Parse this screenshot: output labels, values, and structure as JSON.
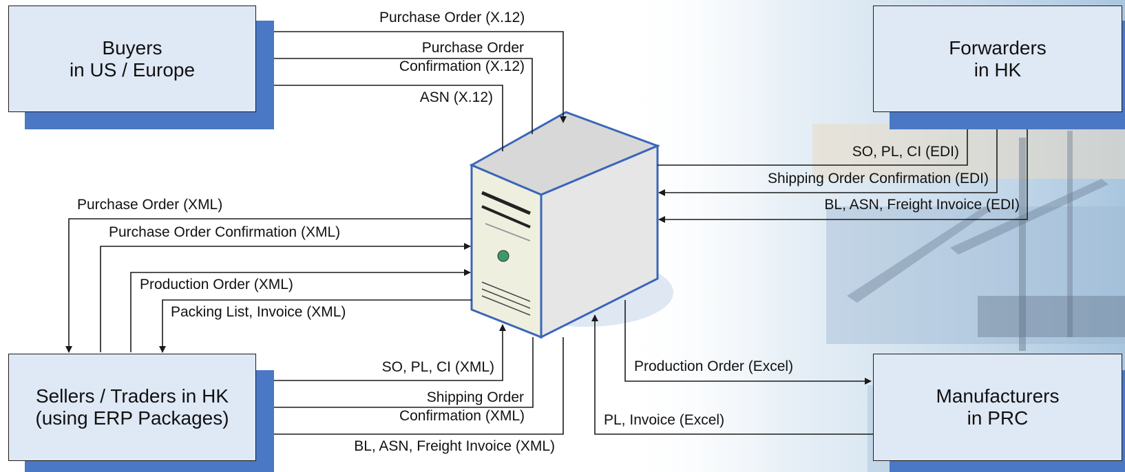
{
  "entities": {
    "buyers": {
      "line1": "Buyers",
      "line2": "in US / Europe"
    },
    "forwarders": {
      "line1": "Forwarders",
      "line2": "in HK"
    },
    "sellers": {
      "line1": "Sellers / Traders in HK",
      "line2": "(using ERP Packages)"
    },
    "manufacturers": {
      "line1": "Manufacturers",
      "line2": "in PRC"
    }
  },
  "flows": {
    "buyers": {
      "po": "Purchase Order (X.12)",
      "poc_1": "Purchase Order",
      "poc_2": "Confirmation (X.12)",
      "asn": "ASN (X.12)"
    },
    "sellers_left": {
      "po": "Purchase Order (XML)",
      "poc": "Purchase Order Confirmation (XML)",
      "prod": "Production Order (XML)",
      "pl": "Packing List, Invoice (XML)"
    },
    "sellers_bottom": {
      "so": "SO, PL, CI (XML)",
      "soc_1": "Shipping Order",
      "soc_2": "Confirmation (XML)",
      "bl": "BL, ASN, Freight Invoice (XML)"
    },
    "forwarders": {
      "so": "SO, PL, CI (EDI)",
      "soc": "Shipping Order Confirmation (EDI)",
      "bl": "BL, ASN, Freight Invoice (EDI)"
    },
    "manufacturers": {
      "prod": "Production Order (Excel)",
      "pl": "PL, Invoice (Excel)"
    }
  },
  "colors": {
    "box_fill": "#dfe8f5",
    "box_shadow": "#4a78c4",
    "arrow": "#1a1a1a",
    "server_outline": "#3a66b8"
  },
  "icons": {
    "server": "server-tower-icon"
  }
}
